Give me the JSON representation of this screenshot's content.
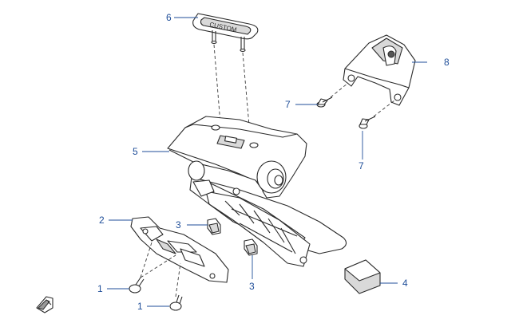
{
  "diagram": {
    "callouts": {
      "c1a": "1",
      "c1b": "1",
      "c2": "2",
      "c3a": "3",
      "c3b": "3",
      "c4": "4",
      "c5": "5",
      "c6": "6",
      "c7a": "7",
      "c7b": "7",
      "c8": "8"
    },
    "badge_text": "CUSTOM"
  },
  "colors": {
    "callout": "#1f4e99",
    "line": "#2a2a2a",
    "shade": "#d9d9d9",
    "reflector": "#eeeeee"
  },
  "icons": {
    "orientation_icon": "direction-arrow-icon"
  }
}
